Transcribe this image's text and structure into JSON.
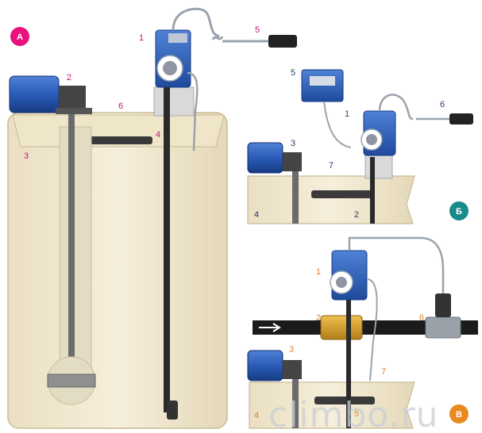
{
  "panels": {
    "a": {
      "badge": "А",
      "labels": {
        "l1": "1",
        "l2": "2",
        "l3": "3",
        "l4": "4",
        "l5": "5",
        "l6": "6"
      }
    },
    "b": {
      "badge": "Б",
      "labels": {
        "l1": "1",
        "l2": "2",
        "l3": "3",
        "l4": "4",
        "l5": "5",
        "l6": "6",
        "l7": "7"
      }
    },
    "c": {
      "badge": "В",
      "labels": {
        "l1": "1",
        "l2": "2",
        "l3": "3",
        "l4": "4",
        "l5": "5",
        "l6": "6",
        "l7": "7"
      }
    }
  },
  "watermark": "climbo.ru",
  "colors": {
    "tank": "#f1e8cf",
    "tank_edge": "#c8bb95",
    "motor": "#2a5cb8",
    "pipe": "#1b1b1b",
    "badge_a": "#e8127c",
    "badge_b": "#1a8a8a",
    "badge_c": "#e88a1e"
  }
}
